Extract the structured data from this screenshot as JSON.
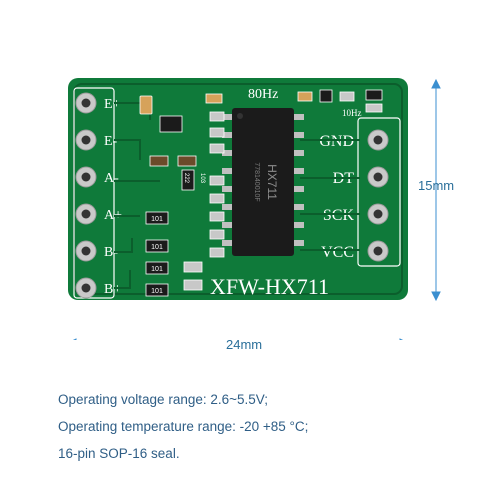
{
  "board": {
    "model": "XFW-HX711",
    "chip_label": "HX711",
    "chip_code": "778140010F",
    "freq_label": "80Hz",
    "freq_alt_label": "10Hz",
    "left_pins": [
      "E+",
      "E-",
      "A-",
      "A+",
      "B-",
      "B+"
    ],
    "right_pins": [
      "GND",
      "DT",
      "SCK",
      "VCC"
    ],
    "resistor_code": "101",
    "chip_component_labels": [
      "222",
      "103"
    ],
    "colors": {
      "pcb": "#0f7a3a",
      "pcb_dark": "#0b5e2c",
      "silk": "#ffffff",
      "chip": "#1b1b1b",
      "pad": "#c9c9c9"
    }
  },
  "dimensions": {
    "height_label": "15mm",
    "width_label": "24mm",
    "line_color": "#3b8fd0"
  },
  "specs": [
    "Operating voltage range: 2.6~5.5V;",
    "Operating temperature range: -20 +85 °C;",
    "16-pin SOP-16 seal."
  ]
}
